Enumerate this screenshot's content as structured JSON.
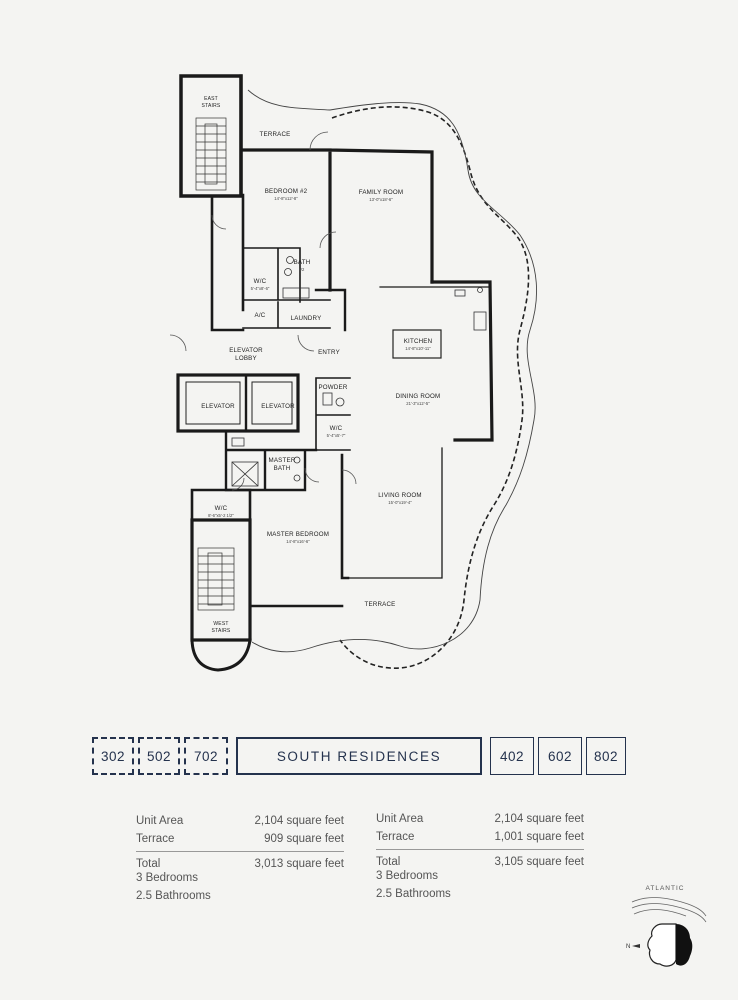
{
  "plan": {
    "labels": {
      "east_stairs": [
        "EAST",
        "STAIRS"
      ],
      "terrace_top": "TERRACE",
      "bedroom2": "BEDROOM #2",
      "bedroom2_dim": "14'-8\"x12'-8\"",
      "family_room": "FAMILY ROOM",
      "family_room_dim": "13'-0\"x18'-6\"",
      "bath": "BATH",
      "bath_num": "#2",
      "wic_top": "W/C",
      "wic_top_dim": "5'-4\"x8'-6\"",
      "ac": "A/C",
      "laundry": "LAUNDRY",
      "elevator_lobby": [
        "ELEVATOR",
        "LOBBY"
      ],
      "entry": "ENTRY",
      "kitchen": "KITCHEN",
      "kitchen_dim": "14'-8\"x10'-11\"",
      "elevator_left": "ELEVATOR",
      "elevator_right": "ELEVATOR",
      "powder": "POWDER",
      "dining_room": "DINING ROOM",
      "dining_room_dim": "21'-3\"x12'-5\"",
      "wic_mid": "W/C",
      "wic_mid_dim": "5'-4\"x5'-7\"",
      "master_bath": [
        "MASTER",
        "BATH"
      ],
      "living_room": "LIVING ROOM",
      "living_room_dim": "15'-0\"x19'-4\"",
      "wic_bottom": "W/C",
      "wic_bottom_dim": "8'-6\"x5'-2 1/2\"",
      "master_bedroom": "MASTER BEDROOM",
      "master_bedroom_dim": "14'-8\"x16'-6\"",
      "terrace_bottom": "TERRACE",
      "west_stairs": [
        "WEST",
        "STAIRS"
      ]
    }
  },
  "units_left": [
    "302",
    "502",
    "702"
  ],
  "residence_title": "SOUTH RESIDENCES",
  "units_right": [
    "402",
    "602",
    "802"
  ],
  "stats_left": {
    "unit_area_label": "Unit Area",
    "unit_area": "2,104 square feet",
    "terrace_label": "Terrace",
    "terrace": "909 square feet",
    "total_label": "Total",
    "total": "3,013 square feet",
    "bedrooms": "3 Bedrooms",
    "bathrooms": "2.5 Bathrooms"
  },
  "stats_right": {
    "unit_area_label": "Unit Area",
    "unit_area": "2,104 square feet",
    "terrace_label": "Terrace",
    "terrace": "1,001 square feet",
    "total_label": "Total",
    "total": "3,105 square feet",
    "bedrooms": "3 Bedrooms",
    "bathrooms": "2.5 Bathrooms"
  },
  "compass": {
    "ocean_label": "ATLANTIC",
    "north_label": "N",
    "icon": "north-arrow-icon"
  }
}
